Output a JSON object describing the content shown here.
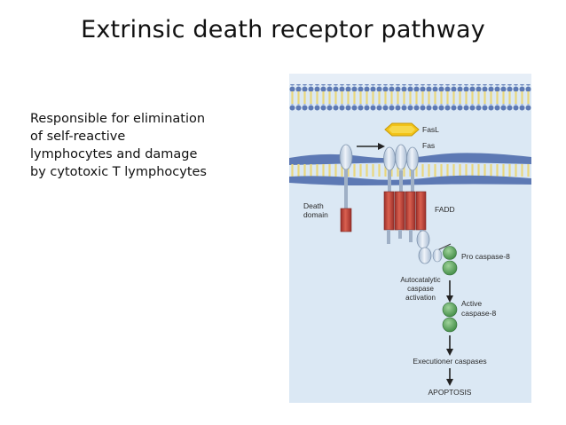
{
  "slide": {
    "title": "Extrinsic death receptor pathway",
    "description_lines": [
      "Responsible for elimination",
      "of self-reactive",
      "lymphocytes and damage",
      "by cytotoxic T lymphocytes"
    ]
  },
  "diagram": {
    "labels": {
      "fasl": "FasL",
      "fas": "Fas",
      "death_domain": [
        "Death",
        "domain"
      ],
      "fadd": "FADD",
      "pro_caspase": "Pro caspase-8",
      "autocatalytic": [
        "Autocatalytic",
        "caspase",
        "activation"
      ],
      "active_caspase": [
        "Active",
        "caspase-8"
      ],
      "executioner": "Executioner caspases",
      "apoptosis": "APOPTOSIS"
    },
    "colors": {
      "background": "#dbe8f4",
      "membrane_head": "#5d79b4",
      "membrane_tail": "#e9d77c",
      "receptor": "#cfdceb",
      "death_domain": "#c2463d",
      "fasl": "#f2c318",
      "caspase": "#5aa05a"
    }
  }
}
